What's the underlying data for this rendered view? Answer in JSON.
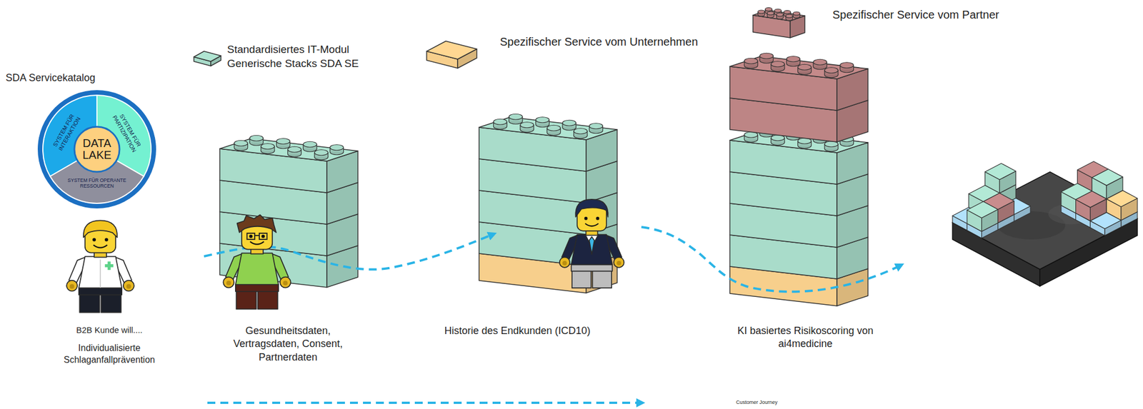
{
  "diagram": {
    "nodes": [
      {
        "text": [
          "SDA Servicekatalog",
          "SYSTEM FÜR INTERAKTION",
          "SYSTEM FÜR PARTIZIPATION",
          "SYSTEM FÜR OPERANTE RESSOURCEN"
        ]
      },
      {
        "text": [
          "DATA LAKE"
        ],
        "in": 0
      }
    ],
    "labels": [
      "B2B Kunde will....",
      "Individualisierte Schlaganfallprävention",
      "Gesundheitsdaten, Vertragsdaten, Consent, Partnerdaten",
      "Historie des Endkunden (ICD10)",
      "KI basiertes Risikoscoring von ai4medicine",
      "Customer Journey"
    ],
    "legend": [
      {
        "text": "Standardisiertes IT-Modul Generische Stacks SDA SE",
        "color": "#a9dcca"
      },
      {
        "text": "Spezifischer Service vom Unternehmen",
        "color": "#f7cf8c"
      },
      {
        "text": "Spezifischer Service vom Partner",
        "color": "#bd8585"
      }
    ]
  }
}
